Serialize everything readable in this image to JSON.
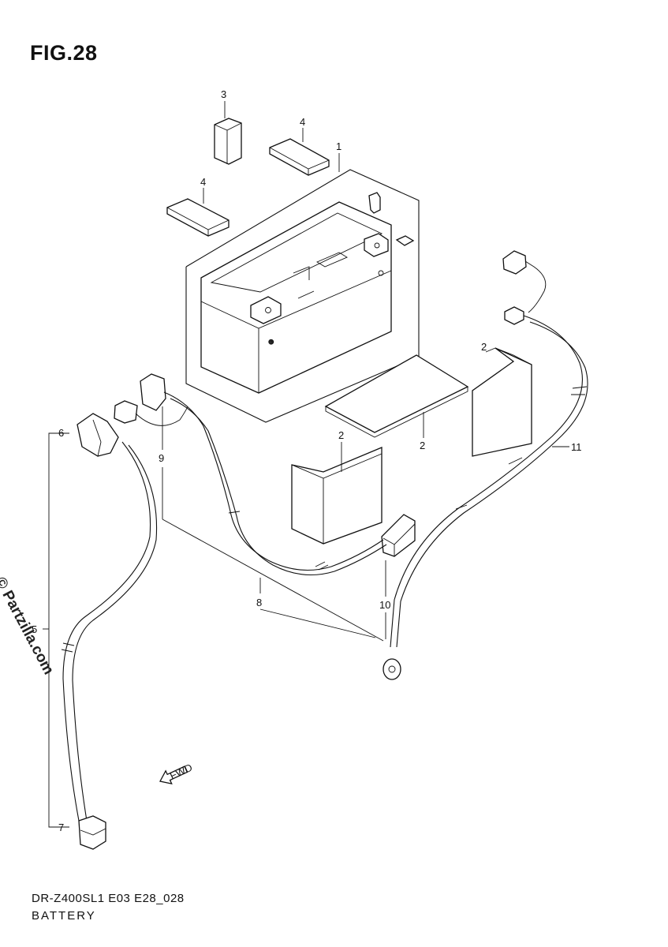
{
  "figure": {
    "title": "FIG.28"
  },
  "footer": {
    "model_code": "DR-Z400SL1 E03 E28_028",
    "section_name": "BATTERY"
  },
  "watermark": {
    "text": "© Partzilla.com"
  },
  "fwd_arrow": {
    "text": "FWD",
    "icon": "fwd-arrow-icon"
  },
  "callouts": [
    {
      "id": "c1",
      "text": "1"
    },
    {
      "id": "c2a",
      "text": "2"
    },
    {
      "id": "c2b",
      "text": "2"
    },
    {
      "id": "c2c",
      "text": "2"
    },
    {
      "id": "c3",
      "text": "3"
    },
    {
      "id": "c4a",
      "text": "4"
    },
    {
      "id": "c4b",
      "text": "4"
    },
    {
      "id": "c5",
      "text": "5"
    },
    {
      "id": "c6",
      "text": "6"
    },
    {
      "id": "c7",
      "text": "7"
    },
    {
      "id": "c8",
      "text": "8"
    },
    {
      "id": "c9",
      "text": "9"
    },
    {
      "id": "c10",
      "text": "10"
    },
    {
      "id": "c11",
      "text": "11"
    }
  ]
}
